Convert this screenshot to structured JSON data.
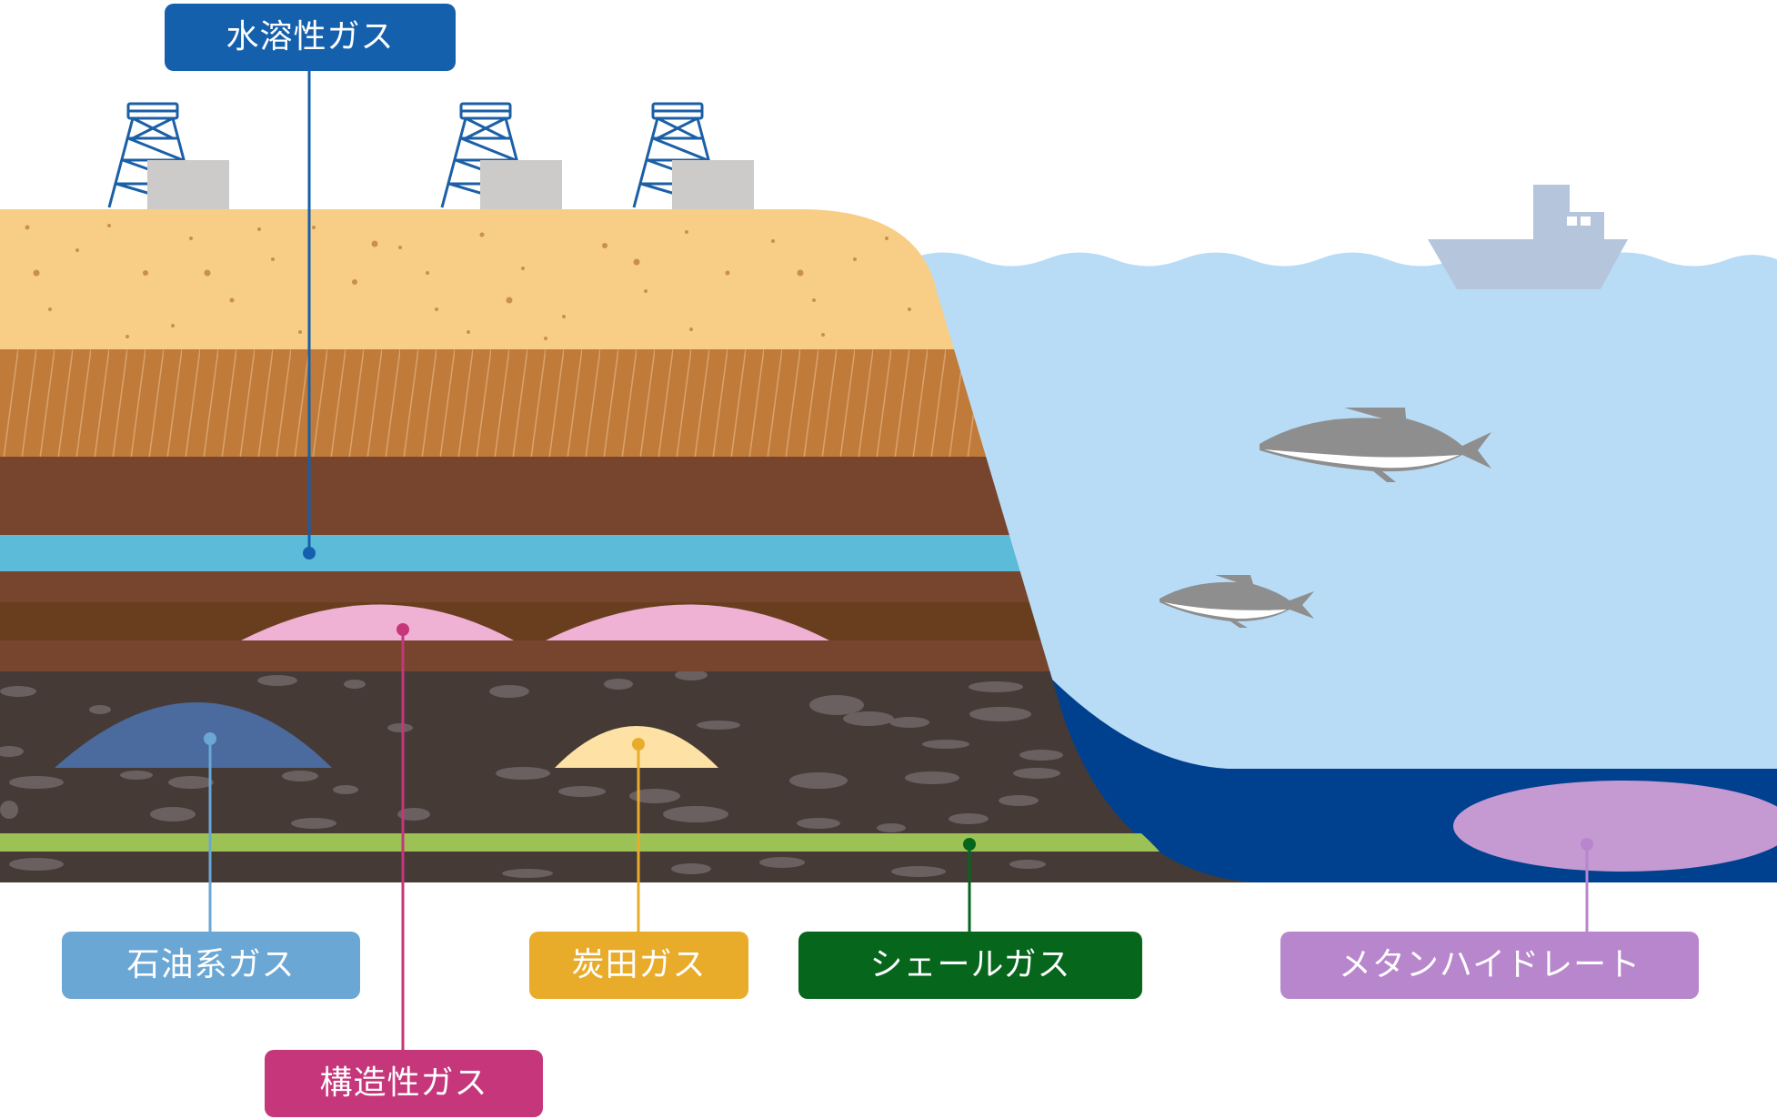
{
  "labels": {
    "water_soluble": "水溶性ガス",
    "oil_associated": "石油系ガス",
    "structural": "構造性ガス",
    "coal_field": "炭田ガス",
    "shale": "シェールガス",
    "methane_hydrate": "メタンハイドレート"
  },
  "colors": {
    "water_soluble": "#1560ad",
    "oil_associated": "#6ba7d5",
    "structural": "#c6367a",
    "coal_field": "#e9ac2a",
    "shale": "#05661c",
    "methane_hydrate": "#b886cc",
    "sand": "#f8cd86",
    "sea": "#b9dcf6",
    "deep_sea": "#00418f"
  },
  "icons": [
    "derrick-icon",
    "building-icon",
    "ship-icon",
    "fish-icon"
  ]
}
